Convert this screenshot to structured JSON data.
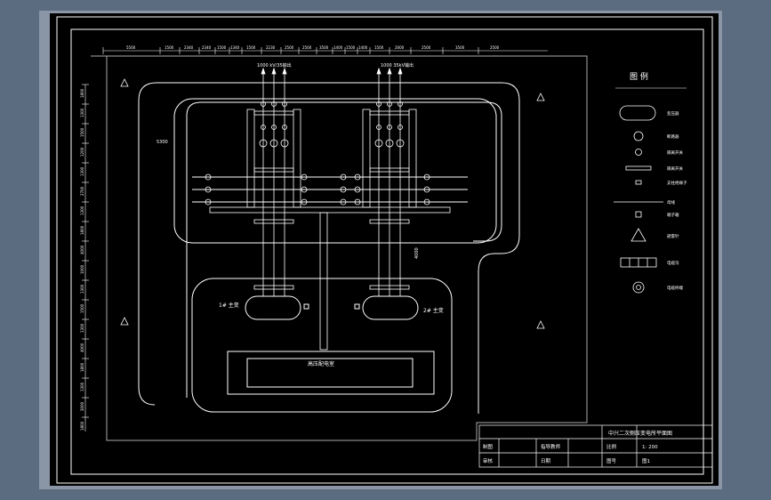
{
  "drawing": {
    "top_dimensions": [
      "5500",
      "1500",
      "2340",
      "2340",
      "1500",
      "1340",
      "1500",
      "2230",
      "2500",
      "2500",
      "3500",
      "1400",
      "1500",
      "1400",
      "1500",
      "2000",
      "2500",
      "3500",
      "2500"
    ],
    "left_dimensions": [
      "1800",
      "1300",
      "1500",
      "1200",
      "1300",
      "2700",
      "1300",
      "1800",
      "4000",
      "1000",
      "1300",
      "1500",
      "1300",
      "4000",
      "1800",
      "1300",
      "3000",
      "1800"
    ],
    "inner_dimension": "5300",
    "side_dimension": "4000",
    "line_label_left": "1000 kV/35输出",
    "line_label_right": "1000 35kV输出",
    "transformer_1": "1# 主变",
    "transformer_2": "2# 主变",
    "room_label": "高压配电室"
  },
  "legend": {
    "title": "图 例",
    "items": [
      {
        "icon": "oval-equipment-icon",
        "label": "变压器"
      },
      {
        "icon": "circle-striped-icon",
        "label": "断路器"
      },
      {
        "icon": "small-circle-icon",
        "label": "隔离开关"
      },
      {
        "icon": "busbar-icon",
        "label": "隔离开关"
      },
      {
        "icon": "small-rect-icon",
        "label": "支柱绝缘子"
      },
      {
        "icon": "line-icon",
        "label": "母线"
      },
      {
        "icon": "square-icon",
        "label": "端子箱"
      },
      {
        "icon": "triangle-icon",
        "label": "避雷针"
      },
      {
        "icon": "cable-trench-icon",
        "label": "电缆沟"
      },
      {
        "icon": "target-icon",
        "label": "电缆终端"
      }
    ]
  },
  "title_block": {
    "title": "中兴二次侧压变电所平面图",
    "row1": [
      "制图",
      "",
      "指导教师",
      "",
      "比例",
      "1: 200"
    ],
    "row2": [
      "审核",
      "",
      "日期",
      "",
      "图号",
      "图1"
    ]
  },
  "colors": {
    "background": "#000000",
    "lines": "#ffffff",
    "frame": "#8a96a6",
    "desktop": "#5b6b80"
  }
}
